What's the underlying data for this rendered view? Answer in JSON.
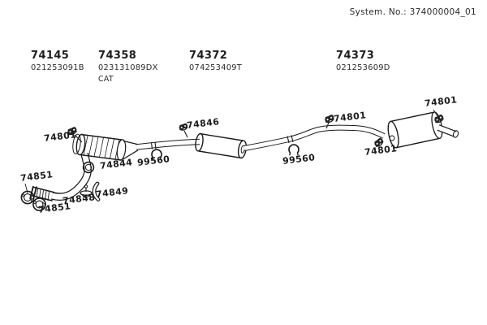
{
  "header": {
    "system_label": "System. No.: 374000004_01"
  },
  "part_groups": [
    {
      "number": "74145",
      "code": "021253091B",
      "note": ""
    },
    {
      "number": "74358",
      "code": "023131089DX",
      "note": "CAT"
    },
    {
      "number": "74372",
      "code": "074253409T",
      "note": ""
    },
    {
      "number": "74373",
      "code": "021253609D",
      "note": ""
    }
  ],
  "callouts": [
    {
      "id": "cat-hanger",
      "text": "74801"
    },
    {
      "id": "cat-sealing-ring",
      "text": "74844"
    },
    {
      "id": "front-pipe-clamp",
      "text": "99560"
    },
    {
      "id": "downpipe-gasket-upper",
      "text": "74851"
    },
    {
      "id": "downpipe-clamp",
      "text": "74848"
    },
    {
      "id": "downpipe-bracket",
      "text": "74849"
    },
    {
      "id": "downpipe-gasket-lower",
      "text": "74851"
    },
    {
      "id": "mid-muffler-hanger",
      "text": "74846"
    },
    {
      "id": "rear-pipe-clamp",
      "text": "99560"
    },
    {
      "id": "rear-pipe-hanger",
      "text": "74801"
    },
    {
      "id": "rear-muffler-top-hanger",
      "text": "74801"
    },
    {
      "id": "rear-muffler-side-hanger",
      "text": "74801"
    }
  ],
  "diagram": {
    "line_color": "#1b1b1b",
    "background": "#ffffff"
  }
}
